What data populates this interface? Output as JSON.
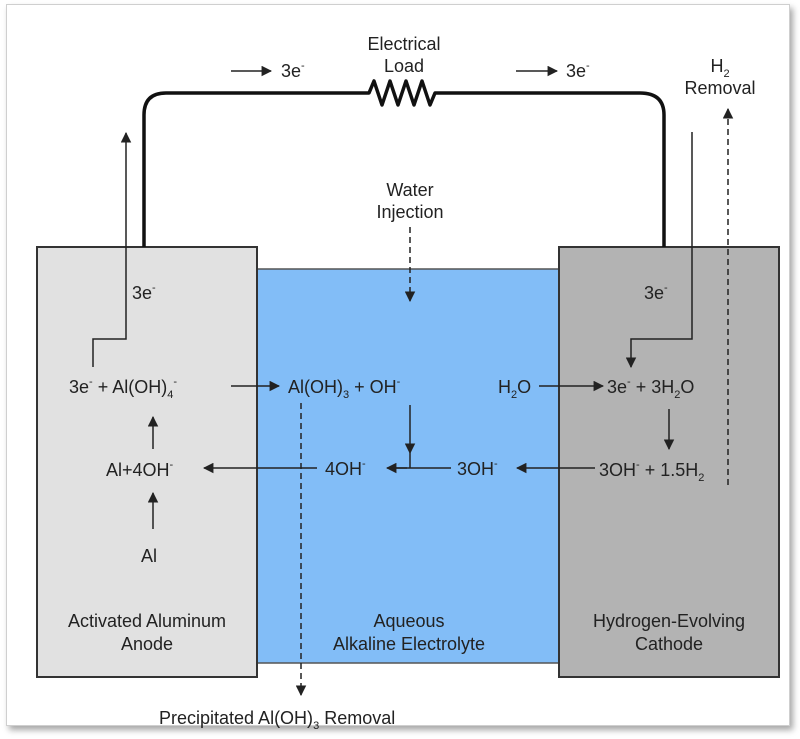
{
  "colors": {
    "anode_fill": "#e1e1e1",
    "electrolyte_fill": "#82bdf7",
    "cathode_fill": "#b3b3b3",
    "line": "#222222"
  },
  "labels": {
    "electrical_load": [
      "Electrical",
      "Load"
    ],
    "electron_flow_left": "3e",
    "electron_flow_right": "3e",
    "h2_removal": {
      "h": "H",
      "sub": "2",
      "line2": "Removal"
    },
    "water_injection": [
      "Water",
      "Injection"
    ],
    "anode_electrons": "3e",
    "cathode_electrons": "3e",
    "anode_name": [
      "Activated Aluminum",
      "Anode"
    ],
    "electrolyte_name": [
      "Aqueous",
      "Alkaline Electrolyte"
    ],
    "cathode_name": [
      "Hydrogen-Evolving",
      "Cathode"
    ],
    "precipitate": {
      "pre": "Precipitated Al(OH)",
      "sub": "3",
      "post": " Removal"
    }
  },
  "equations": {
    "anode_top": {
      "a": "3e",
      "b": " + Al(OH)",
      "c": "4",
      "d": "-"
    },
    "anode_mid": {
      "a": "Al+4OH",
      "b": "-"
    },
    "anode_bottom": "Al",
    "electrolyte_top": {
      "a": "Al(OH)",
      "b": "3",
      "c": " + OH",
      "d": "-"
    },
    "electrolyte_4oh": {
      "a": "4OH",
      "b": "-"
    },
    "electrolyte_3oh": {
      "a": "3OH",
      "b": "-"
    },
    "water": {
      "a": "H",
      "b": "2",
      "c": "O"
    },
    "cathode_top": {
      "a": "3e",
      "b": "-",
      "c": " + 3H",
      "d": "2",
      "e": "O"
    },
    "cathode_bottom": {
      "a": "3OH",
      "b": "-",
      "c": " + 1.5H",
      "d": "2"
    }
  }
}
